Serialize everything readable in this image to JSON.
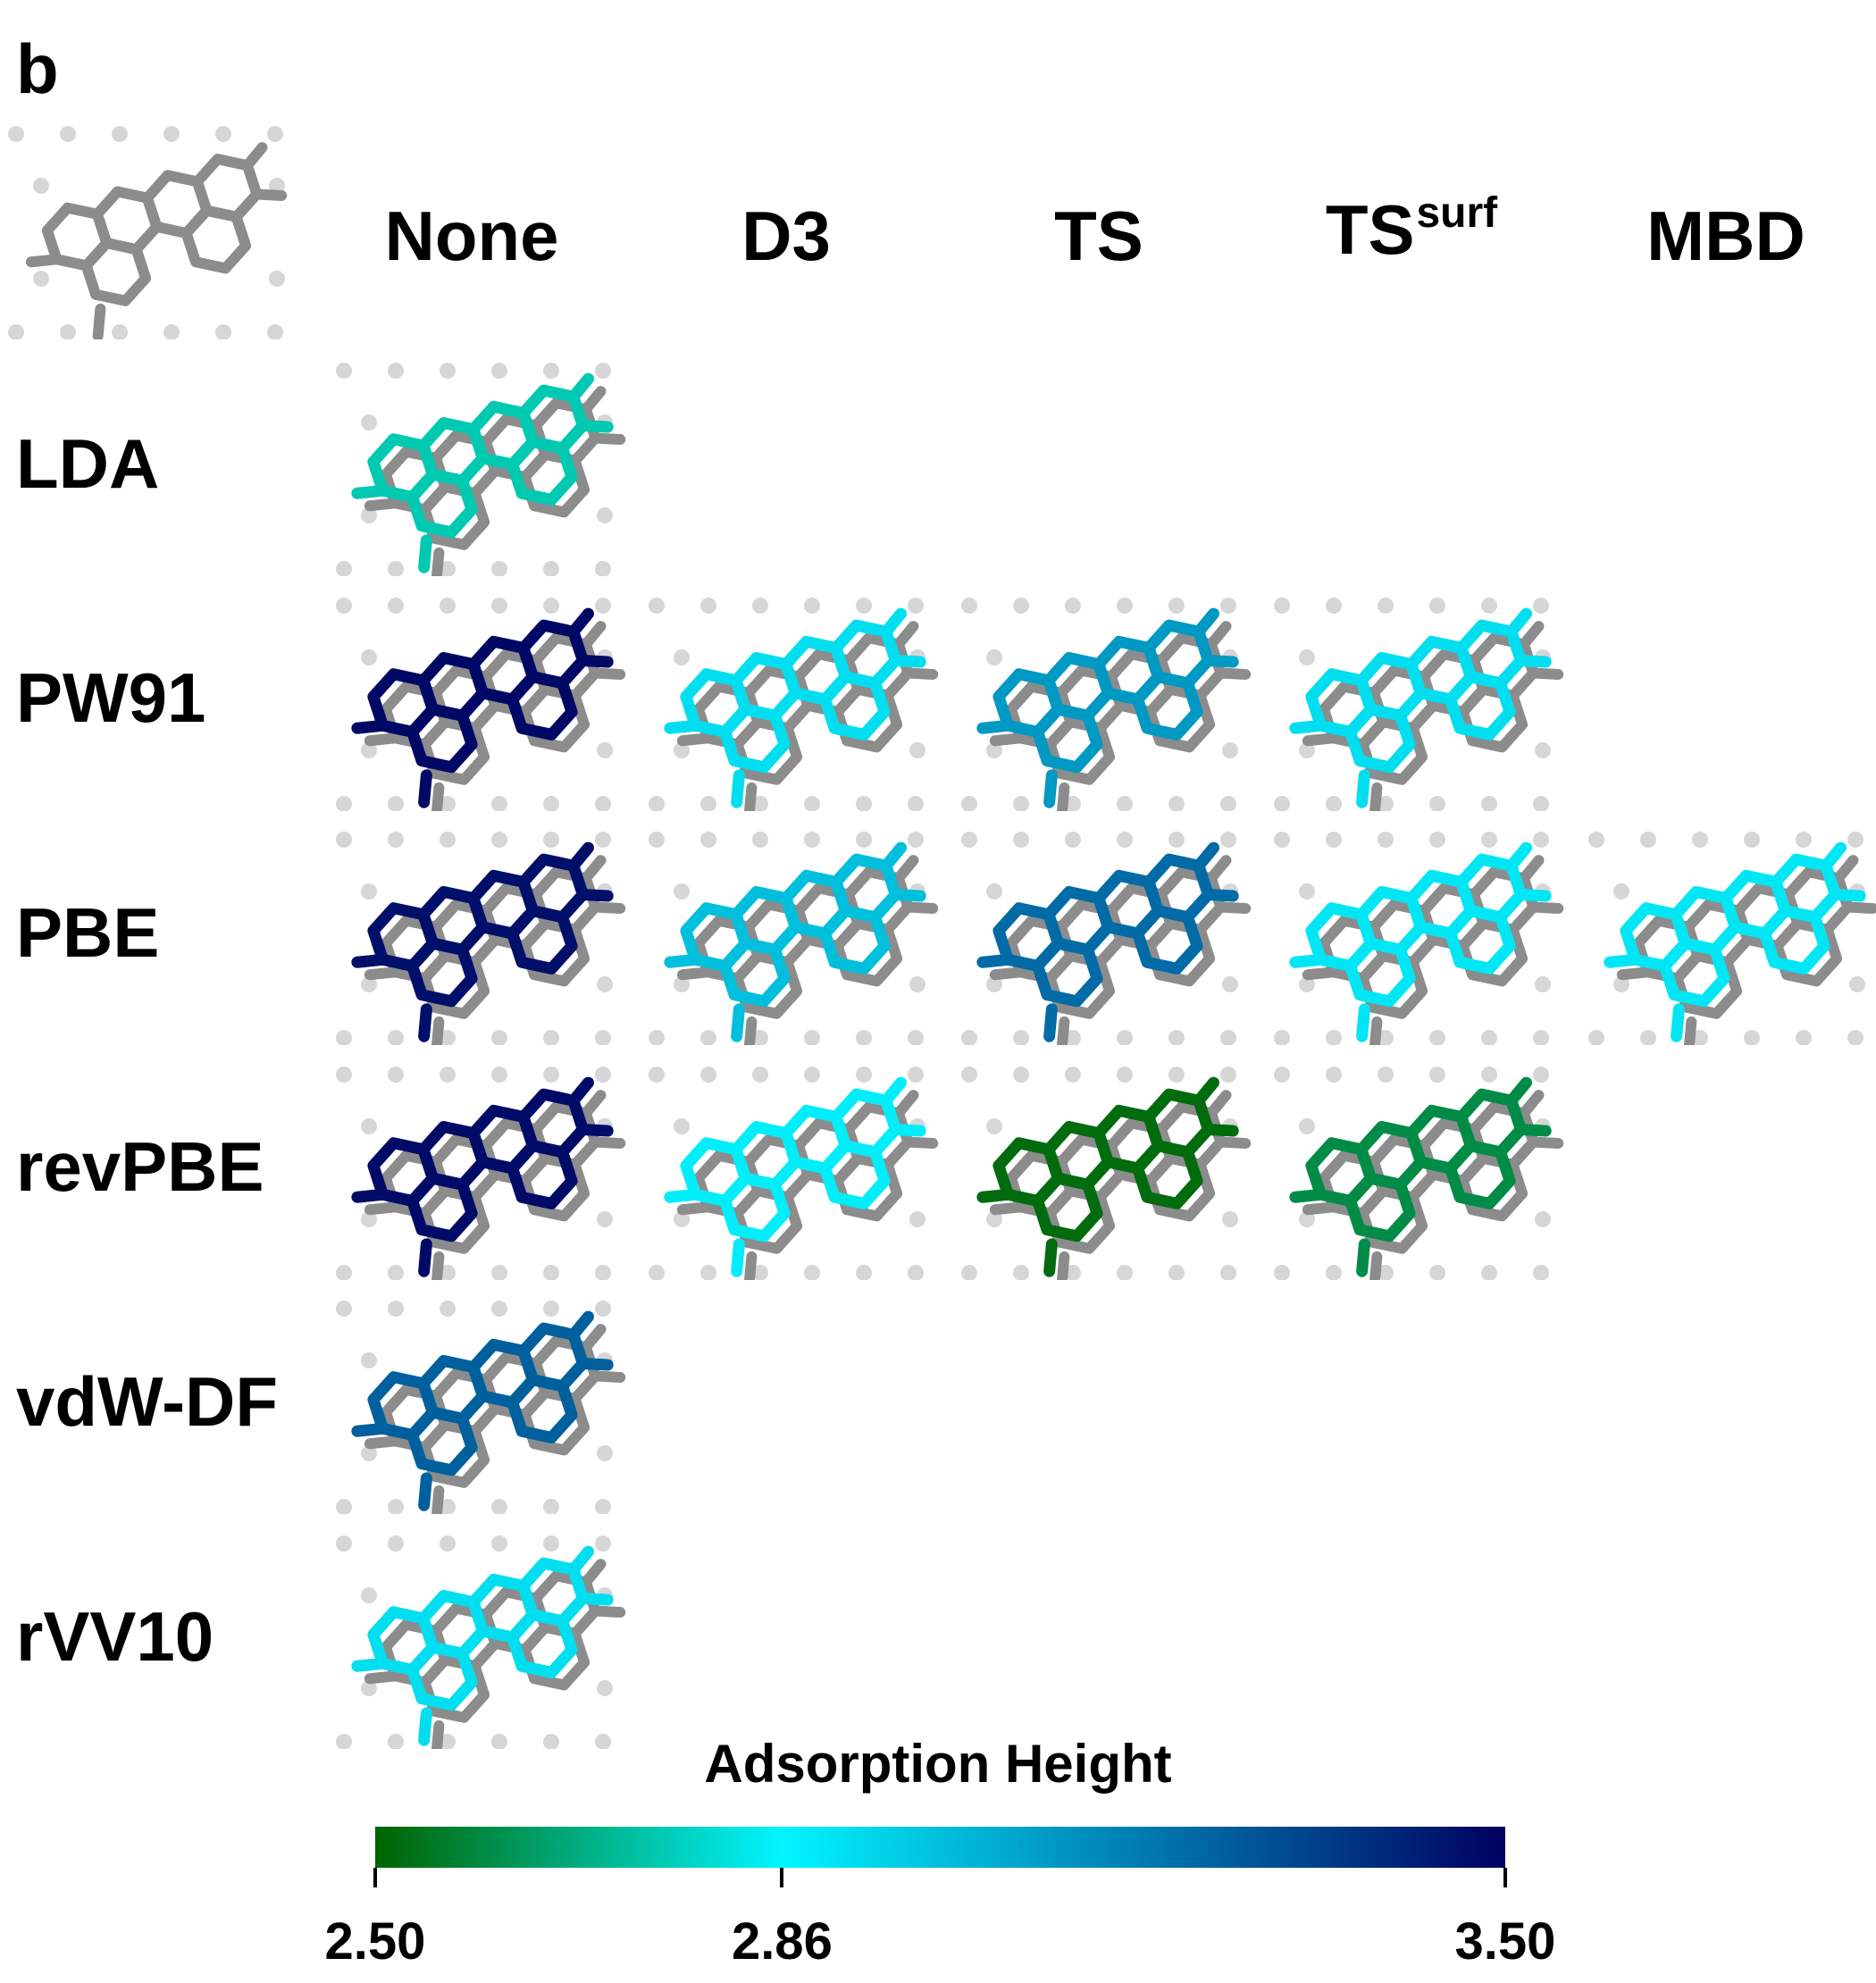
{
  "panel_label": "b",
  "columns": [
    "None",
    "D3",
    "TS",
    "TS",
    "MBD"
  ],
  "column_sup": [
    "",
    "",
    "",
    "surf",
    ""
  ],
  "rows": [
    "LDA",
    "PW91",
    "PBE",
    "revPBE",
    "vdW-DF",
    "rVV10"
  ],
  "colorbar": {
    "title": "Adsorption Height",
    "min": 2.5,
    "mid": 2.86,
    "max": 3.5,
    "tick_labels": [
      "2.50",
      "2.86",
      "3.50"
    ],
    "stops": [
      "#006400",
      "#00f5ff",
      "#000060"
    ]
  },
  "reference_color": "#8c8c8c",
  "dot_color": "#d6d6d6",
  "chart_data": {
    "type": "heatmap",
    "title": "",
    "x_categories": [
      "None",
      "D3",
      "TS",
      "TS surf",
      "MBD"
    ],
    "y_categories": [
      "LDA",
      "PW91",
      "PBE",
      "revPBE",
      "vdW-DF",
      "rVV10"
    ],
    "value_label": "Adsorption Height",
    "range": [
      2.5,
      3.5
    ],
    "cells": [
      {
        "row": "LDA",
        "col": "None",
        "value": 2.75
      },
      {
        "row": "PW91",
        "col": "None",
        "value": 3.48
      },
      {
        "row": "PW91",
        "col": "D3",
        "value": 2.92
      },
      {
        "row": "PW91",
        "col": "TS",
        "value": 3.1
      },
      {
        "row": "PW91",
        "col": "TS surf",
        "value": 2.92
      },
      {
        "row": "PBE",
        "col": "None",
        "value": 3.46
      },
      {
        "row": "PBE",
        "col": "D3",
        "value": 3.0
      },
      {
        "row": "PBE",
        "col": "TS",
        "value": 3.22
      },
      {
        "row": "PBE",
        "col": "TS surf",
        "value": 2.9
      },
      {
        "row": "PBE",
        "col": "MBD",
        "value": 2.9
      },
      {
        "row": "revPBE",
        "col": "None",
        "value": 3.47
      },
      {
        "row": "revPBE",
        "col": "D3",
        "value": 2.88
      },
      {
        "row": "revPBE",
        "col": "TS",
        "value": 2.52
      },
      {
        "row": "revPBE",
        "col": "TS surf",
        "value": 2.6
      },
      {
        "row": "vdW-DF",
        "col": "None",
        "value": 3.25
      },
      {
        "row": "rVV10",
        "col": "None",
        "value": 2.92
      }
    ]
  }
}
